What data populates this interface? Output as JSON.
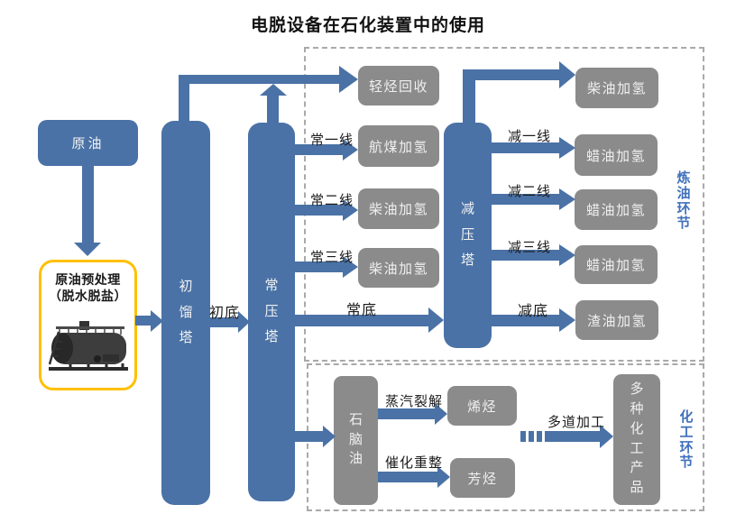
{
  "title": "电脱设备在石化装置中的使用",
  "colors": {
    "flow_blue": "#4A72A6",
    "unit_gray": "#8B8B8B",
    "highlight_yellow": "#FFC000",
    "section_label_blue": "#4070BC"
  },
  "source": {
    "crude_oil": "原油",
    "pretreatment_line1": "原油预处理",
    "pretreatment_line2": "（脱水脱盐）"
  },
  "towers": {
    "initial": "初馏塔",
    "atmospheric": "常压塔",
    "vacuum": "减压塔"
  },
  "refining": {
    "section_label": "炼油环节",
    "initial_bottom_label": "初底",
    "light_hc_unit": "轻烃回收",
    "atm_line1_label": "常一线",
    "atm_line1_unit": "航煤加氢",
    "atm_line2_label": "常二线",
    "atm_line2_unit": "柴油加氢",
    "atm_line3_label": "常三线",
    "atm_line3_unit": "柴油加氢",
    "atm_bottom_label": "常底",
    "vac_top_unit": "柴油加氢",
    "vac_line1_label": "减一线",
    "vac_line1_unit": "蜡油加氢",
    "vac_line2_label": "减二线",
    "vac_line2_unit": "蜡油加氢",
    "vac_line3_label": "减三线",
    "vac_line3_unit": "蜡油加氢",
    "vac_bottom_label": "减底",
    "vac_bottom_unit": "渣油加氢"
  },
  "chemical": {
    "section_label": "化工环节",
    "naphtha": "石脑油",
    "steam_cracking_label": "蒸汽裂解",
    "olefins_unit": "烯烃",
    "catalytic_reforming_label": "催化重整",
    "aromatics_unit": "芳烃",
    "multi_processing_label": "多道加工",
    "products_unit": "多种化工产品"
  }
}
